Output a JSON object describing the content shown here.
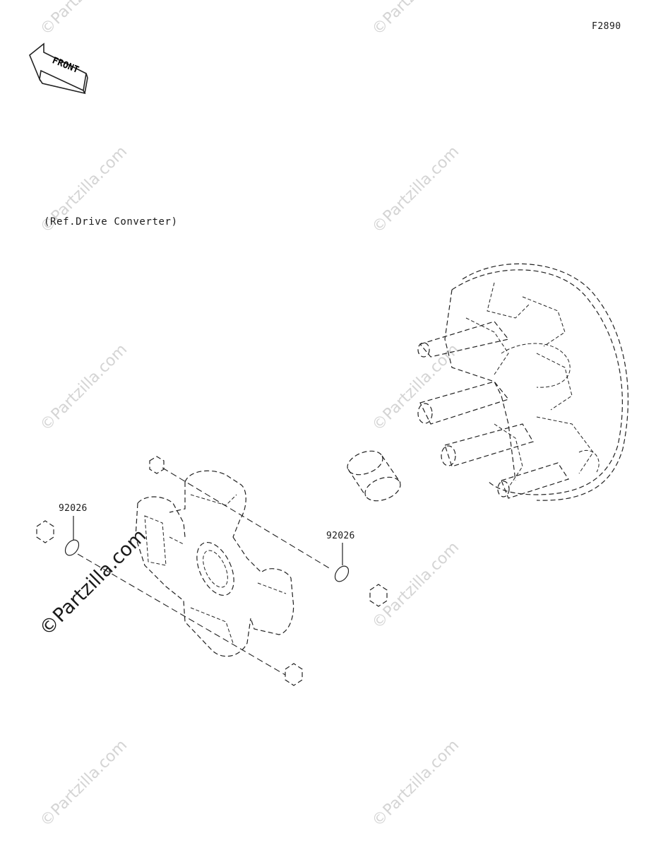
{
  "figure_code": "F2890",
  "front_label": "FRONT",
  "reference_note": "(Ref.Drive Converter)",
  "callouts": [
    {
      "part_no": "92026"
    },
    {
      "part_no": "92026"
    }
  ],
  "watermark_text": "©Partzilla.com",
  "icons": [
    "front-arrow-icon"
  ]
}
